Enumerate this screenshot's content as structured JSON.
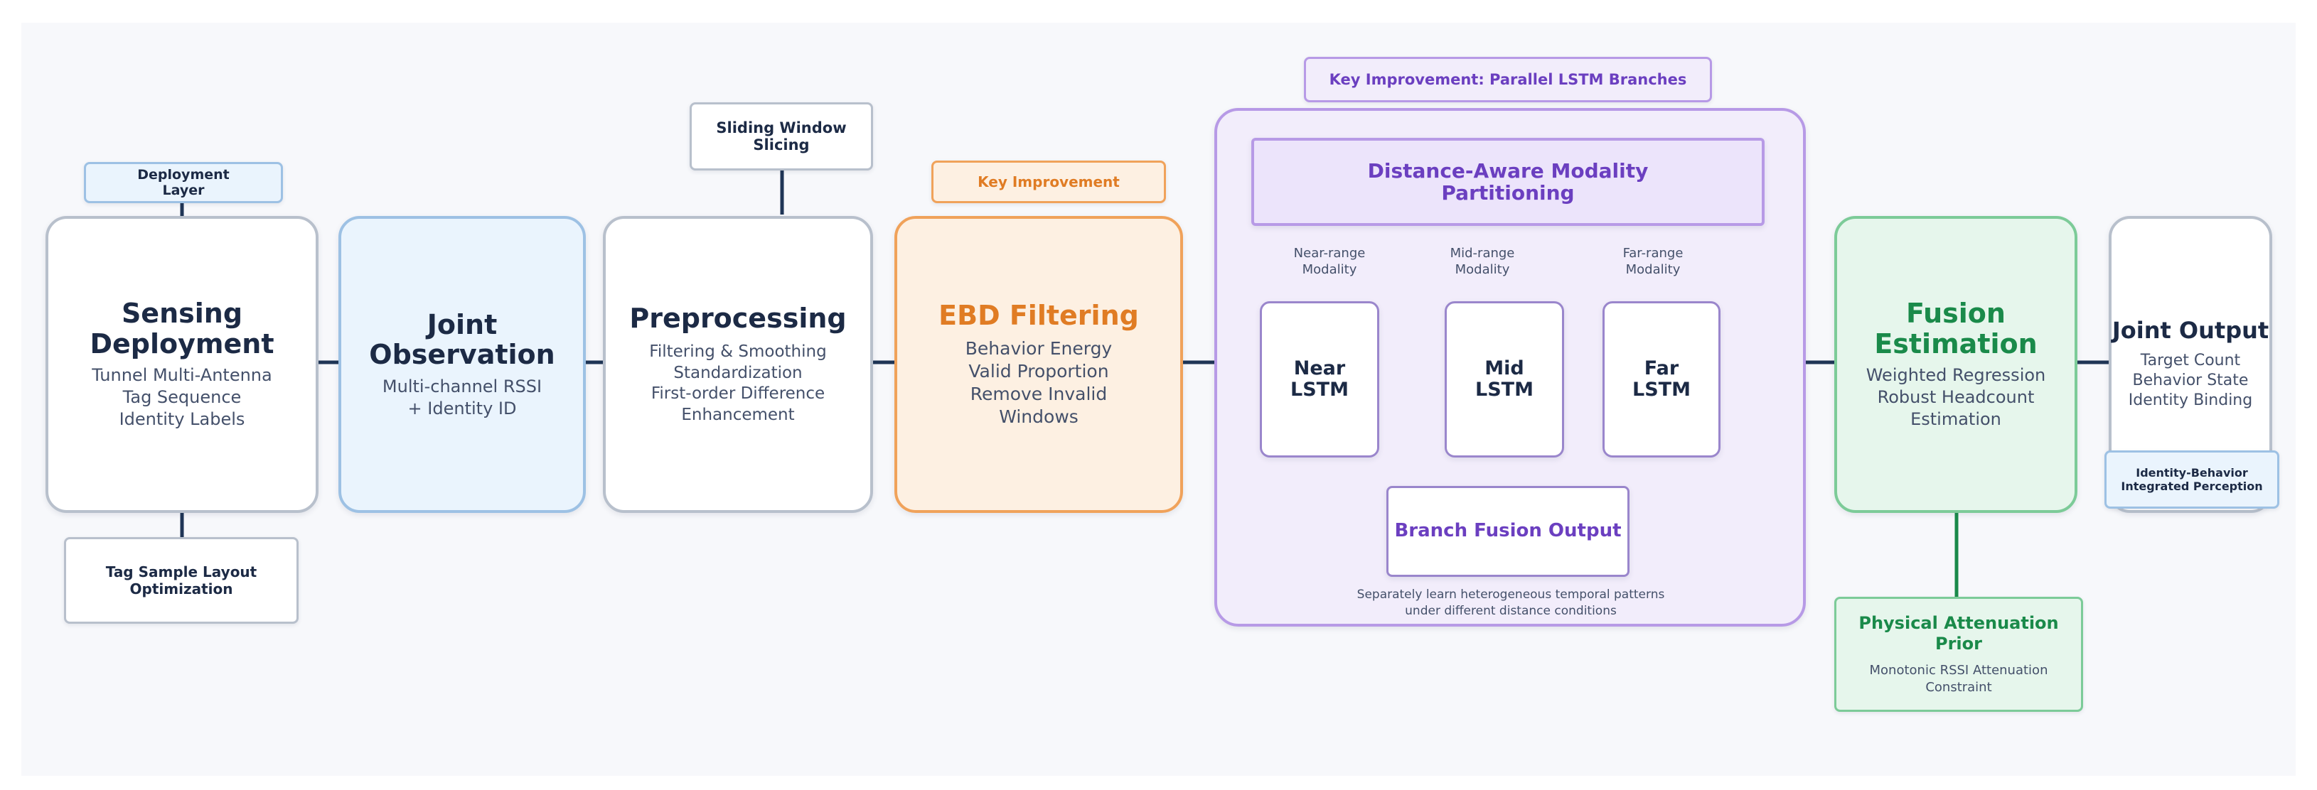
{
  "sensing": {
    "title": [
      "Sensing",
      "Deployment"
    ],
    "desc": [
      "Tunnel Multi-Antenna",
      "Tag Sequence",
      "Identity Labels"
    ]
  },
  "deployment_layer": {
    "text": [
      "Deployment",
      "Layer"
    ]
  },
  "tag_sample": {
    "text": [
      "Tag Sample Layout",
      "Optimization"
    ]
  },
  "joint_observation": {
    "title": [
      "Joint",
      "Observation"
    ],
    "desc": [
      "Multi-channel RSSI",
      "+ Identity ID"
    ]
  },
  "preprocessing": {
    "title": [
      "Preprocessing"
    ],
    "desc": [
      "Filtering & Smoothing",
      "Standardization",
      "First-order Difference",
      "Enhancement"
    ]
  },
  "sliding_window": {
    "text": [
      "Sliding Window",
      "Slicing"
    ]
  },
  "key_improvement_ebd": {
    "text": "Key Improvement"
  },
  "ebd": {
    "title": "EBD Filtering",
    "desc": [
      "Behavior Energy",
      "Valid Proportion",
      "Remove Invalid",
      "Windows"
    ]
  },
  "key_improvement_lstm": {
    "text": "Key Improvement: Parallel LSTM Branches"
  },
  "partitioning": {
    "title": [
      "Distance-Aware Modality",
      "Partitioning"
    ]
  },
  "modality_labels": {
    "near": [
      "Near-range",
      "Modality"
    ],
    "mid": [
      "Mid-range",
      "Modality"
    ],
    "far": [
      "Far-range",
      "Modality"
    ]
  },
  "lstm": {
    "near": [
      "Near",
      "LSTM"
    ],
    "mid": [
      "Mid",
      "LSTM"
    ],
    "far": [
      "Far",
      "LSTM"
    ]
  },
  "branch_fusion": {
    "text": "Branch Fusion Output"
  },
  "branch_caption": [
    "Separately learn heterogeneous temporal patterns",
    "under different distance conditions"
  ],
  "fusion": {
    "title": [
      "Fusion",
      "Estimation"
    ],
    "desc": [
      "Weighted Regression",
      "Robust Headcount",
      "Estimation"
    ]
  },
  "physical_prior": {
    "title": [
      "Physical Attenuation",
      "Prior"
    ],
    "desc": [
      "Monotonic RSSI Attenuation",
      "Constraint"
    ]
  },
  "joint_output": {
    "title": "Joint Output",
    "desc": [
      "Target Count",
      "Behavior State",
      "Identity Binding"
    ]
  },
  "identity_behavior": {
    "text": [
      "Identity-Behavior",
      "Integrated Perception"
    ]
  },
  "colors": {
    "navy": "#1c2a45",
    "orange_accent": "#e07c24",
    "green_accent": "#1a8a4a",
    "purple_accent": "#6b3fc0"
  }
}
